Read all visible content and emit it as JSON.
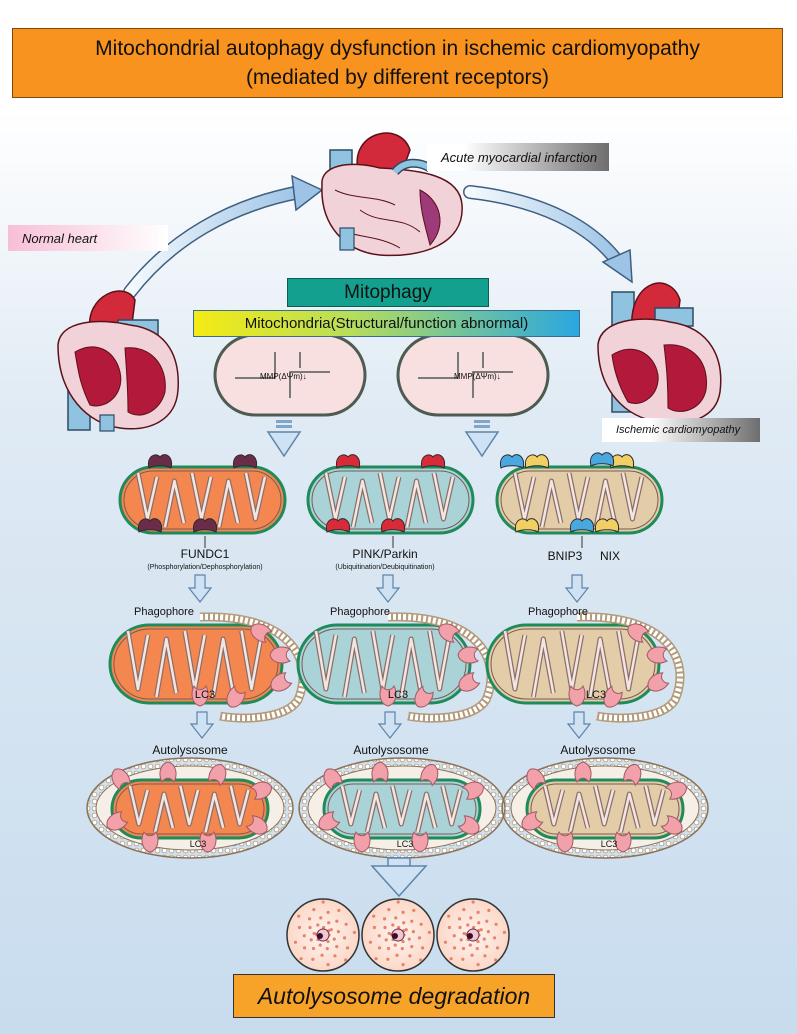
{
  "title": {
    "line1": "Mitochondrial autophagy dysfunction in ischemic cardiomyopathy",
    "line2": "(mediated by different receptors)"
  },
  "labels": {
    "normal_heart": "Normal heart",
    "acute_mi": "Acute myocardial infarction",
    "ischemic_cm": "Ischemic cardiomyopathy"
  },
  "mitophagy": "Mitophagy",
  "mito_abnormal": "Mitochondria(Structural/function abnormal)",
  "mmp_left": "MMP(ΔΨm)↓",
  "mmp_right": "MMP(ΔΨm)↓",
  "pathways": [
    {
      "receptor": "FUNDC1",
      "detail": "(Phosphorylation/Dephosphorylation)",
      "color": "#f4874f"
    },
    {
      "receptor": "PINK/Parkin",
      "detail": "(Ubiquitination/Deubiquitination)",
      "color": "#a9d3d6"
    },
    {
      "receptor": "BNIP3",
      "receptor2": "NIX",
      "color": "#e3cca8"
    }
  ],
  "stage_labels": {
    "phagophore": "Phagophore",
    "lc3": "LC3",
    "autolysosome": "Autolysosome"
  },
  "bottom": "Autolysosome degradation",
  "colors": {
    "title_bg": "#f7931e",
    "mitophagy_bg": "#14a08e",
    "abnormal_gradient_start": "#f5ea14",
    "abnormal_gradient_end": "#2aa7e0",
    "heart_red": "#d22a3a",
    "vessel_blue": "#8fc3e0",
    "lc3_pink": "#f2a0aa"
  }
}
